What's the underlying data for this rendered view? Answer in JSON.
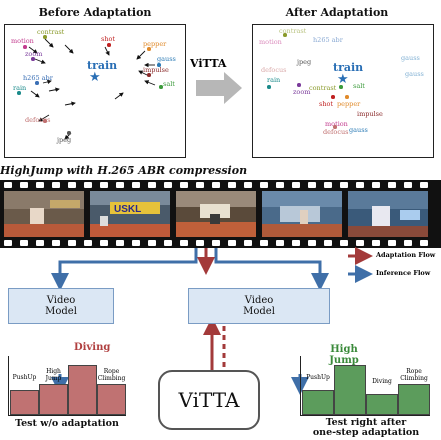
{
  "before": {
    "title": "Before Adaptation",
    "train": "train",
    "labels": [
      {
        "text": "contrast",
        "color": "#8a9a2a"
      },
      {
        "text": "motion",
        "color": "#c23b8e"
      },
      {
        "text": "zoom",
        "color": "#7a3a9a"
      },
      {
        "text": "h265 abr",
        "color": "#3a6fb5"
      },
      {
        "text": "rain",
        "color": "#1a8a8a"
      },
      {
        "text": "shot",
        "color": "#c02020"
      },
      {
        "text": "pepper",
        "color": "#e08a2a"
      },
      {
        "text": "gauss",
        "color": "#2a7ab5"
      },
      {
        "text": "impulse",
        "color": "#8a2a2a"
      },
      {
        "text": "salt",
        "color": "#3a9a3a"
      },
      {
        "text": "defocus",
        "color": "#c07070"
      },
      {
        "text": "jpeg",
        "color": "#555555"
      }
    ]
  },
  "after": {
    "title": "After Adaptation",
    "train": "train",
    "labels": [
      {
        "text": "contrast",
        "color": "#8a9a2a"
      },
      {
        "text": "motion",
        "color": "#c23b8e"
      },
      {
        "text": "h265 abr",
        "color": "#3a6fb5"
      },
      {
        "text": "jpeg",
        "color": "#555555"
      },
      {
        "text": "gauss",
        "color": "#2a7ab5"
      },
      {
        "text": "rain",
        "color": "#1a8a8a"
      },
      {
        "text": "salt",
        "color": "#3a9a3a"
      },
      {
        "text": "zoom",
        "color": "#7a3a9a"
      },
      {
        "text": "shot",
        "color": "#c02020"
      },
      {
        "text": "pepper",
        "color": "#e08a2a"
      },
      {
        "text": "impulse",
        "color": "#8a2a2a"
      },
      {
        "text": "motion",
        "color": "#c23b8e"
      },
      {
        "text": "defocus",
        "color": "#c07070"
      },
      {
        "text": "gauss",
        "color": "#2a7ab5"
      },
      {
        "text": "contrast",
        "color": "#8a9a2a"
      },
      {
        "text": "gauss",
        "color": "#2a7ab5"
      },
      {
        "text": "defocus",
        "color": "#c07070"
      }
    ]
  },
  "arrow_label": "ViTTA",
  "film_title_prefix": "HighJump with ",
  "film_title_italic": "H.265 ABR compression",
  "model_left": {
    "line1": "Video",
    "line2": "Model"
  },
  "model_right": {
    "line1": "Video",
    "line2": "Model"
  },
  "vitta_box": "ViTTA",
  "legend": {
    "adaptation": "Adaptation Flow",
    "inference": "Inference Flow"
  },
  "left_chart": {
    "caption": "Test w/o adaptation",
    "bars": [
      {
        "label": "PushUp",
        "value": 0.42,
        "color": "#c07272"
      },
      {
        "label": "High Jump",
        "value": 0.52,
        "color": "#c07272"
      },
      {
        "label": "Diving",
        "value": 0.85,
        "color": "#c07272"
      },
      {
        "label": "Rope Climbing",
        "value": 0.52,
        "color": "#c07272"
      }
    ],
    "highlight_label": "Diving",
    "highlight_color": "#b04040"
  },
  "right_chart": {
    "caption_line1": "Test right after",
    "caption_line2": "one-step adaptation",
    "bars": [
      {
        "label": "PushUp",
        "value": 0.42,
        "color": "#5c9c5c"
      },
      {
        "label": "High Jump",
        "value": 0.85,
        "color": "#5c9c5c"
      },
      {
        "label": "Diving",
        "value": 0.35,
        "color": "#5c9c5c"
      },
      {
        "label": "Rope Climbing",
        "value": 0.52,
        "color": "#5c9c5c"
      }
    ],
    "highlight_label": "High Jump",
    "highlight_color": "#3a8a3a"
  },
  "colors": {
    "adaptation": "#a33a3a",
    "inference": "#3f6fa8",
    "box": "#dbe7f4"
  }
}
